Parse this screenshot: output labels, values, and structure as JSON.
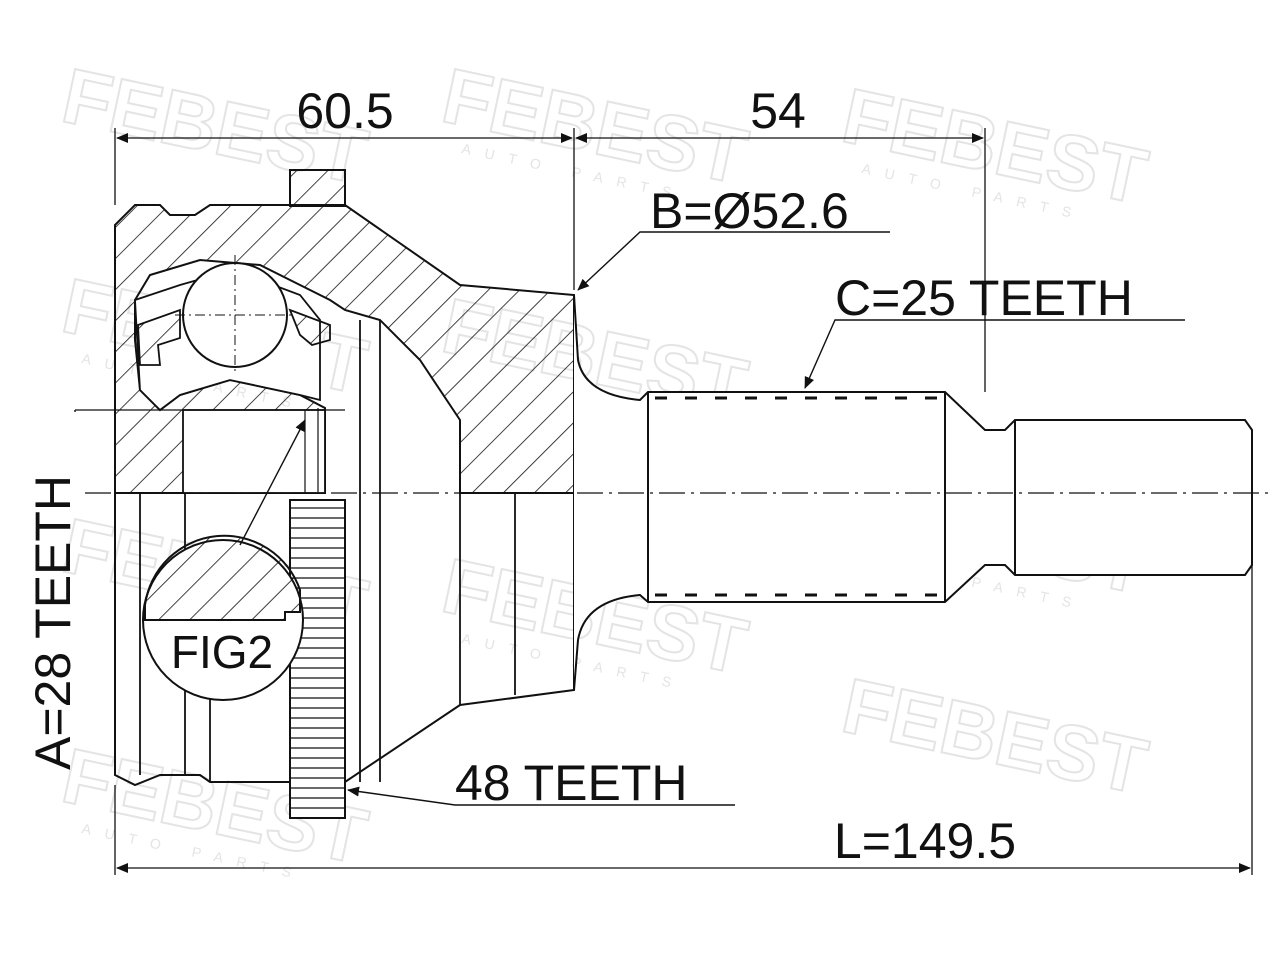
{
  "watermark": {
    "brand": "FEBEST",
    "sub": "AUTO PARTS"
  },
  "dimensions": {
    "housing_length": "60.5",
    "shaft_length": "54",
    "total_length": "L=149.5",
    "b_diameter": "B=Ø52.6",
    "c_teeth": "C=25 TEETH",
    "a_teeth": "A=28 TEETH",
    "abs_teeth": "48 TEETH",
    "fig_label": "FIG2"
  },
  "colors": {
    "line": "#111111",
    "watermark": "#e4e4e4"
  }
}
